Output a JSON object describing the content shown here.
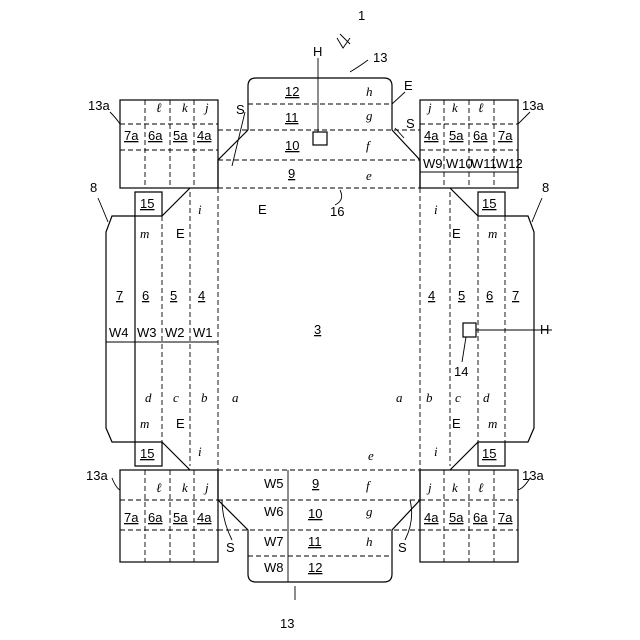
{
  "figure_number": "1",
  "refs": {
    "blank": "3",
    "panels": [
      "4",
      "5",
      "6",
      "7"
    ],
    "end_panels": [
      "9",
      "10",
      "11",
      "12"
    ],
    "side_a": [
      "4a",
      "5a",
      "6a",
      "7a"
    ],
    "flap": "15",
    "flap_group": "13a",
    "end_group": "13",
    "side_group": "8",
    "window_left": "16",
    "window_right": "14",
    "hole": "H",
    "edge": "E",
    "slit": "S"
  },
  "fold_lines": {
    "a": "a",
    "b": "b",
    "c": "c",
    "d": "d",
    "e": "e",
    "f": "f",
    "g": "g",
    "h": "h",
    "i": "i",
    "j": "j",
    "k": "k",
    "l": "ℓ",
    "m": "m"
  },
  "widths": {
    "left": [
      "W4",
      "W3",
      "W2",
      "W1"
    ],
    "right": [
      "W9",
      "W10",
      "W11",
      "W12"
    ],
    "bottom": [
      "W5",
      "W6",
      "W7",
      "W8"
    ]
  },
  "colors": {
    "line": "#000000",
    "background": "#ffffff"
  }
}
